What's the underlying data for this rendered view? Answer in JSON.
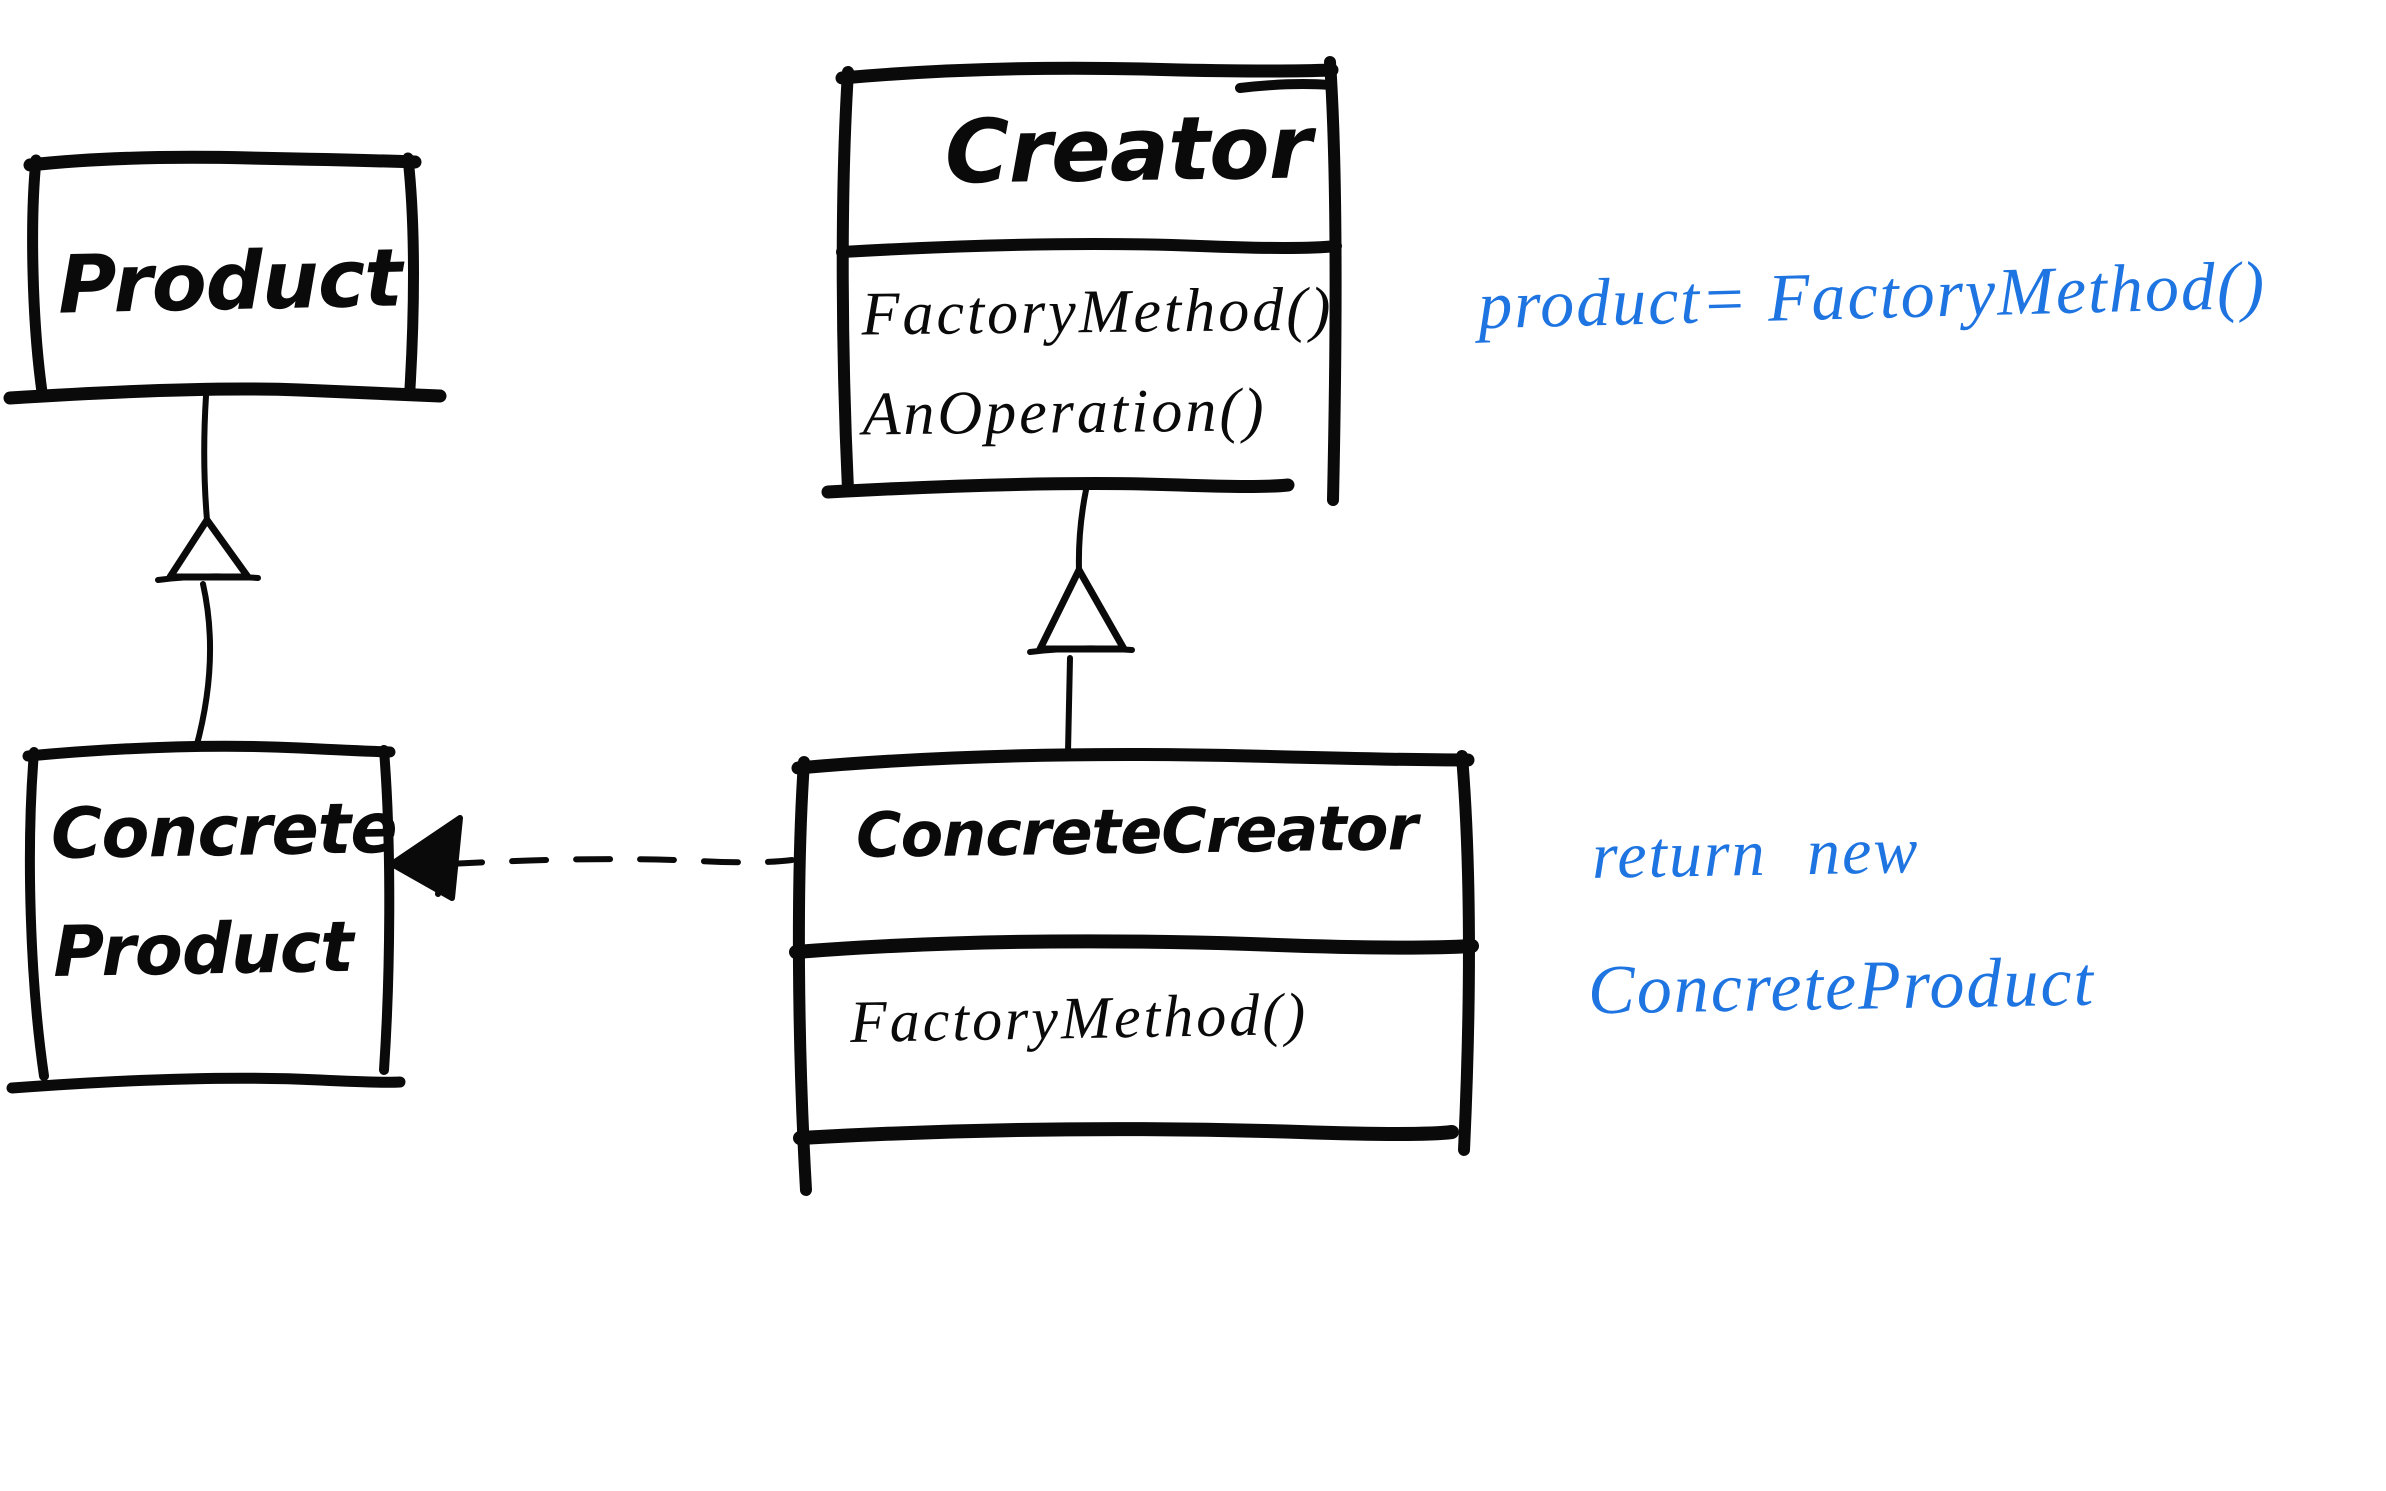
{
  "diagram": {
    "pattern": "Factory Method",
    "colors": {
      "ink": "#0a0a0a",
      "annotation": "#1e74e0",
      "background": "#ffffff"
    },
    "classes": {
      "product": {
        "name": "Product",
        "methods": []
      },
      "creator": {
        "name": "Creator",
        "methods": [
          "FactoryMethod()",
          "AnOperation()"
        ]
      },
      "concrete_product": {
        "name_lines": [
          "Concrete",
          "Product"
        ],
        "methods": []
      },
      "concrete_creator": {
        "name": "ConcreteCreator",
        "methods": [
          "FactoryMethod()"
        ]
      }
    },
    "relations": [
      {
        "type": "generalization",
        "from": "ConcreteProduct",
        "to": "Product",
        "style": "solid-line-hollow-triangle"
      },
      {
        "type": "generalization",
        "from": "ConcreteCreator",
        "to": "Creator",
        "style": "solid-line-hollow-triangle"
      },
      {
        "type": "dependency",
        "from": "ConcreteCreator",
        "to": "ConcreteProduct",
        "style": "dashed-line-filled-arrow"
      }
    ],
    "annotations": {
      "factory_call": "product= FactoryMethod()",
      "return_new_line1": "return new",
      "return_new_line2": "ConcreteProduct"
    }
  }
}
